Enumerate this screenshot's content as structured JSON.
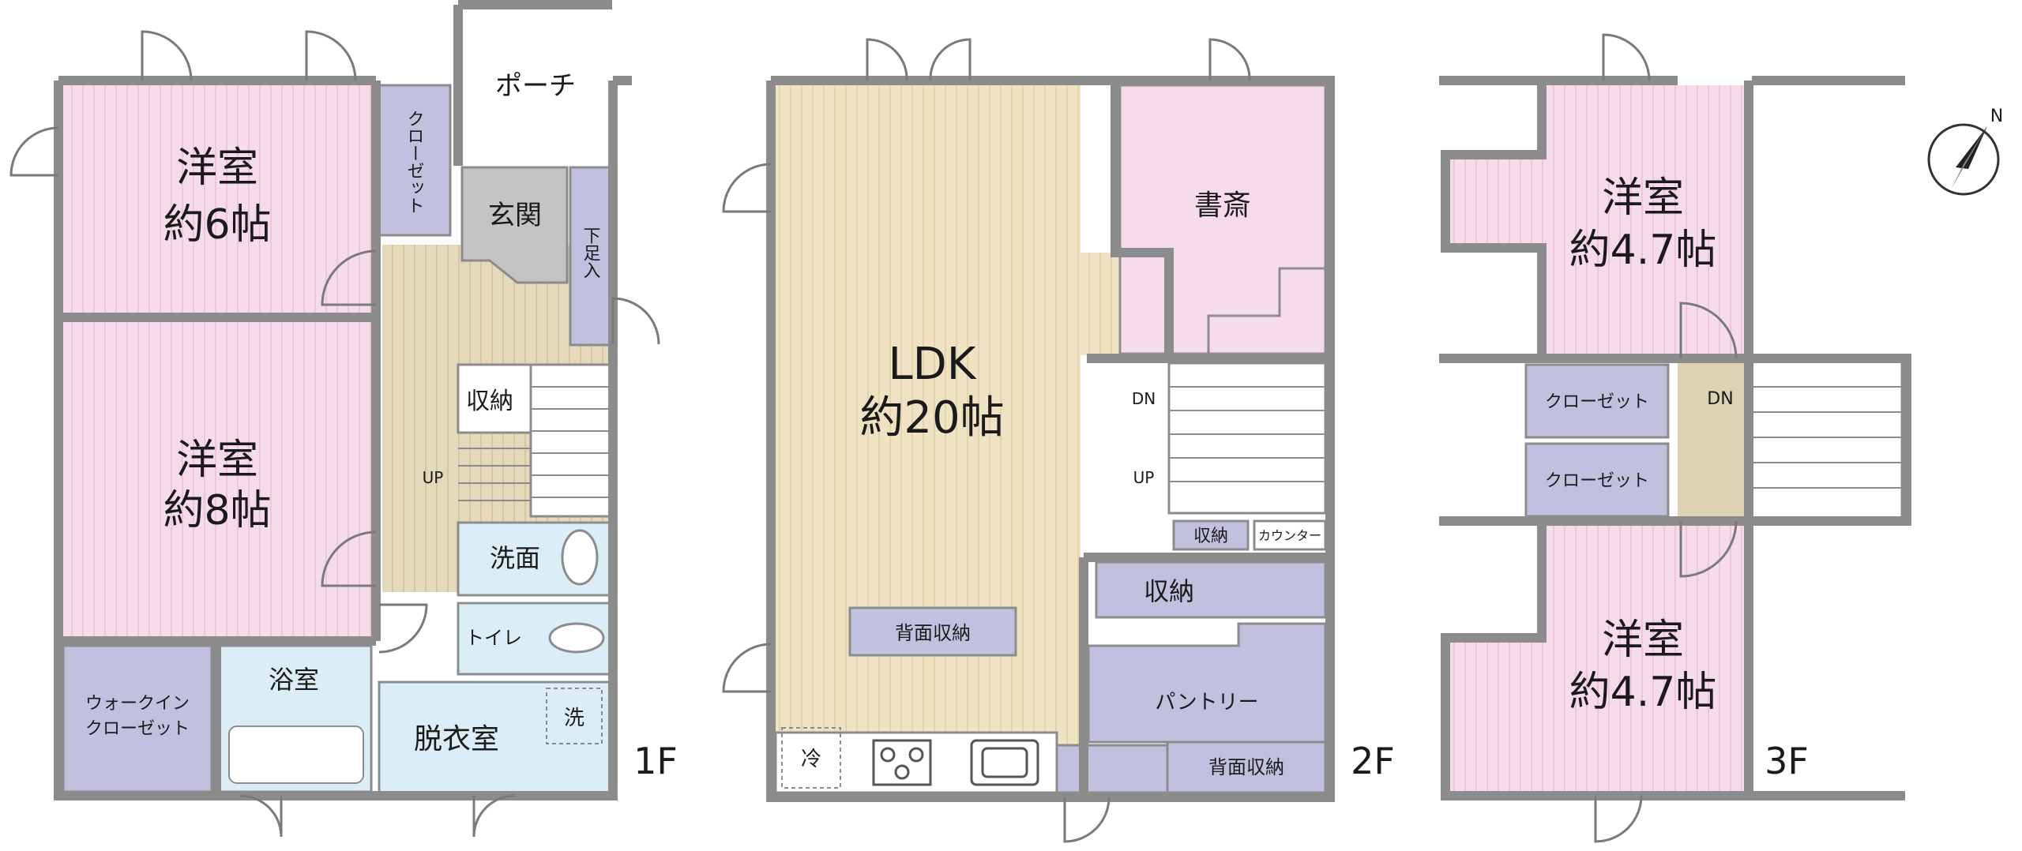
{
  "colors": {
    "wall": "#8c8c8c",
    "pink_floor": "#f6dcea",
    "wood_floor": "#efe3c4",
    "tan_floor": "#ddd2b4",
    "blue_floor": "#dbeef7",
    "storage": "#c2c0df",
    "entrance": "#c4c4c4",
    "door": "#7a7a7a"
  },
  "floor1": {
    "floor_label": "1F",
    "room_6": {
      "name": "洋室",
      "size": "約6帖"
    },
    "room_8": {
      "name": "洋室",
      "size": "約8帖"
    },
    "closet": "クローゼット",
    "porch": "ポーチ",
    "entrance": "玄関",
    "shoe_storage": "下足入",
    "storage": "収納",
    "up_mark": "UP",
    "washroom": "洗面",
    "toilet": "トイレ",
    "bath": "浴室",
    "walkin_line1": "ウォークイン",
    "walkin_line2": "クローゼット",
    "dressing": "脱衣室",
    "washer": "洗"
  },
  "floor2": {
    "floor_label": "2F",
    "ldk": {
      "name": "LDK",
      "size": "約20帖"
    },
    "study": "書斎",
    "dn_mark": "DN",
    "up_mark": "UP",
    "small_storage": "収納",
    "counter": "カウンター",
    "storage": "収納",
    "back_storage_1": "背面収納",
    "pantry": "パントリー",
    "back_storage_2": "背面収納",
    "fridge": "冷"
  },
  "floor3": {
    "floor_label": "3F",
    "room_top": {
      "name": "洋室",
      "size": "約4.7帖"
    },
    "room_bottom": {
      "name": "洋室",
      "size": "約4.7帖"
    },
    "closet_1": "クローゼット",
    "closet_2": "クローゼット",
    "dn_mark": "DN",
    "north": "N"
  }
}
